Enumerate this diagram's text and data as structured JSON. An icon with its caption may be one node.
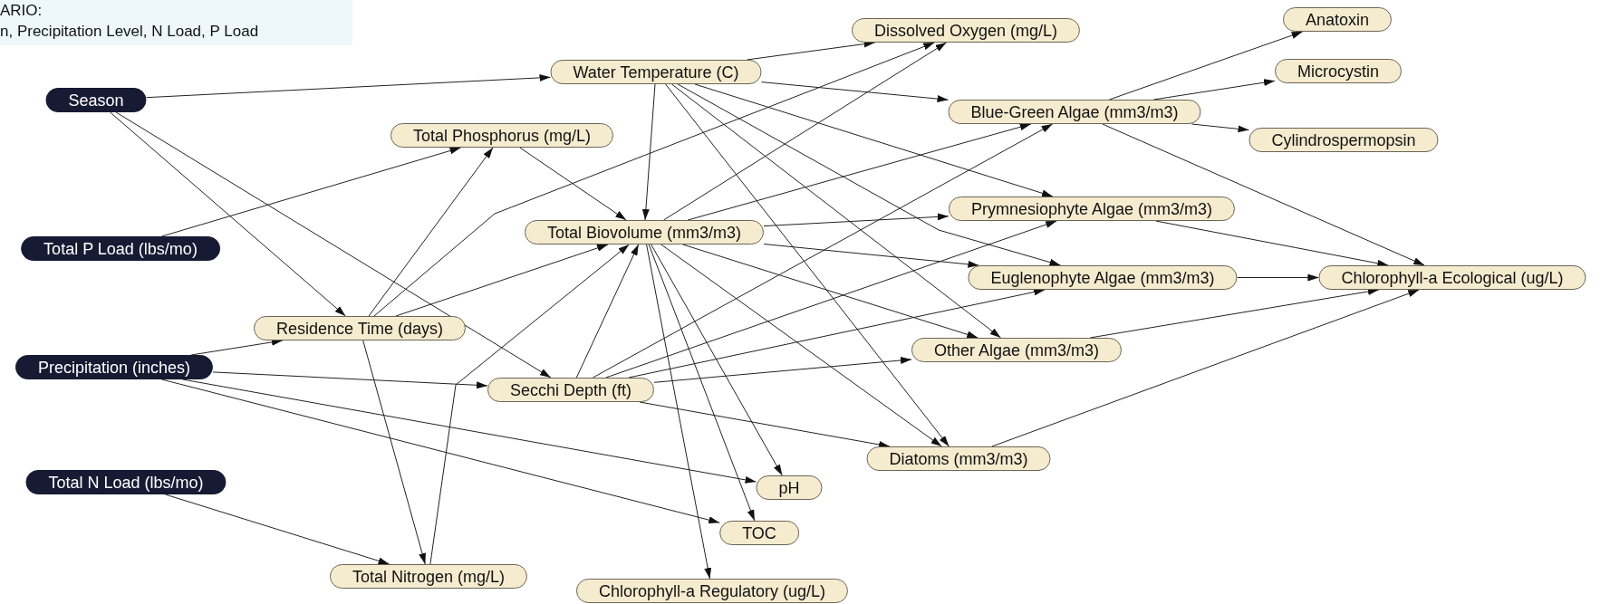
{
  "diagram": {
    "nodes": [
      {
        "text": [
          "Season"
        ]
      },
      {
        "text": [
          "Total P Load (lbs/mo)"
        ]
      },
      {
        "text": [
          "Precipitation (inches)"
        ]
      },
      {
        "text": [
          "Total N Load (lbs/mo)"
        ]
      },
      {
        "text": [
          "Water Temperature (C)"
        ]
      },
      {
        "text": [
          "Total Phosphorus (mg/L)"
        ]
      },
      {
        "text": [
          "Total Biovolume (mm3/m3)"
        ]
      },
      {
        "text": [
          "Residence Time (days)"
        ]
      },
      {
        "text": [
          "Secchi Depth (ft)"
        ]
      },
      {
        "text": [
          "Total Nitrogen (mg/L)"
        ]
      },
      {
        "text": [
          "Chlorophyll-a Regulatory (ug/L)"
        ]
      },
      {
        "text": [
          "pH"
        ]
      },
      {
        "text": [
          "TOC"
        ]
      },
      {
        "text": [
          "Dissolved Oxygen (mg/L)"
        ]
      },
      {
        "text": [
          "Blue-Green Algae (mm3/m3)"
        ]
      },
      {
        "text": [
          "Prymnesiophyte Algae (mm3/m3)"
        ]
      },
      {
        "text": [
          "Euglenophyte Algae (mm3/m3)"
        ]
      },
      {
        "text": [
          "Other Algae (mm3/m3)"
        ]
      },
      {
        "text": [
          "Diatoms (mm3/m3)"
        ]
      },
      {
        "text": [
          "Chlorophyll-a Ecological (ug/L)"
        ]
      },
      {
        "text": [
          "Anatoxin"
        ]
      },
      {
        "text": [
          "Microcystin"
        ]
      },
      {
        "text": [
          "Cylindrospermopsin"
        ]
      }
    ],
    "edges": [
      {
        "from": 0,
        "to": 4,
        "arrow": "to"
      },
      {
        "from": 0,
        "to": 7,
        "arrow": "to"
      },
      {
        "from": 0,
        "to": 8,
        "arrow": "to"
      },
      {
        "from": 1,
        "to": 5,
        "arrow": "to"
      },
      {
        "from": 2,
        "to": 7,
        "arrow": "to"
      },
      {
        "from": 2,
        "to": 8,
        "arrow": "to"
      },
      {
        "from": 2,
        "to": 11,
        "arrow": "to"
      },
      {
        "from": 2,
        "to": 12,
        "arrow": "to"
      },
      {
        "from": 3,
        "to": 9,
        "arrow": "to"
      },
      {
        "from": 7,
        "to": 5,
        "arrow": "to"
      },
      {
        "from": 7,
        "to": 6,
        "arrow": "to"
      },
      {
        "from": 7,
        "to": 13,
        "arrow": "to"
      },
      {
        "from": 7,
        "to": 9,
        "arrow": "to"
      },
      {
        "from": 5,
        "to": 6,
        "arrow": "to"
      },
      {
        "from": 9,
        "to": 6,
        "arrow": "to"
      },
      {
        "from": 8,
        "to": 6,
        "arrow": "to"
      },
      {
        "from": 4,
        "to": 6,
        "arrow": "to"
      },
      {
        "from": 4,
        "to": 13,
        "arrow": "to"
      },
      {
        "from": 4,
        "to": 14,
        "arrow": "to"
      },
      {
        "from": 4,
        "to": 15,
        "arrow": "to"
      },
      {
        "from": 4,
        "to": 16,
        "arrow": "to"
      },
      {
        "from": 4,
        "to": 17,
        "arrow": "to"
      },
      {
        "from": 4,
        "to": 18,
        "arrow": "to"
      },
      {
        "from": 6,
        "to": 13,
        "arrow": "to"
      },
      {
        "from": 6,
        "to": 14,
        "arrow": "to"
      },
      {
        "from": 6,
        "to": 15,
        "arrow": "to"
      },
      {
        "from": 6,
        "to": 16,
        "arrow": "to"
      },
      {
        "from": 6,
        "to": 17,
        "arrow": "to"
      },
      {
        "from": 6,
        "to": 18,
        "arrow": "to"
      },
      {
        "from": 6,
        "to": 11,
        "arrow": "to"
      },
      {
        "from": 6,
        "to": 12,
        "arrow": "to"
      },
      {
        "from": 6,
        "to": 10,
        "arrow": "to"
      },
      {
        "from": 8,
        "to": 14,
        "arrow": "to"
      },
      {
        "from": 8,
        "to": 15,
        "arrow": "to"
      },
      {
        "from": 8,
        "to": 16,
        "arrow": "to"
      },
      {
        "from": 8,
        "to": 17,
        "arrow": "to"
      },
      {
        "from": 8,
        "to": 18,
        "arrow": "to"
      },
      {
        "from": 14,
        "to": 20,
        "arrow": "to"
      },
      {
        "from": 14,
        "to": 21,
        "arrow": "to"
      },
      {
        "from": 14,
        "to": 22,
        "arrow": "to"
      },
      {
        "from": 14,
        "to": 19,
        "arrow": "to"
      },
      {
        "from": 15,
        "to": 19,
        "arrow": "to"
      },
      {
        "from": 16,
        "to": 19,
        "arrow": "to"
      },
      {
        "from": 17,
        "to": 19,
        "arrow": "to"
      },
      {
        "from": 18,
        "to": 19,
        "arrow": "to"
      }
    ],
    "labels": [
      "ARIO:",
      "n, Precipitation Level, N Load, P Load"
    ]
  }
}
